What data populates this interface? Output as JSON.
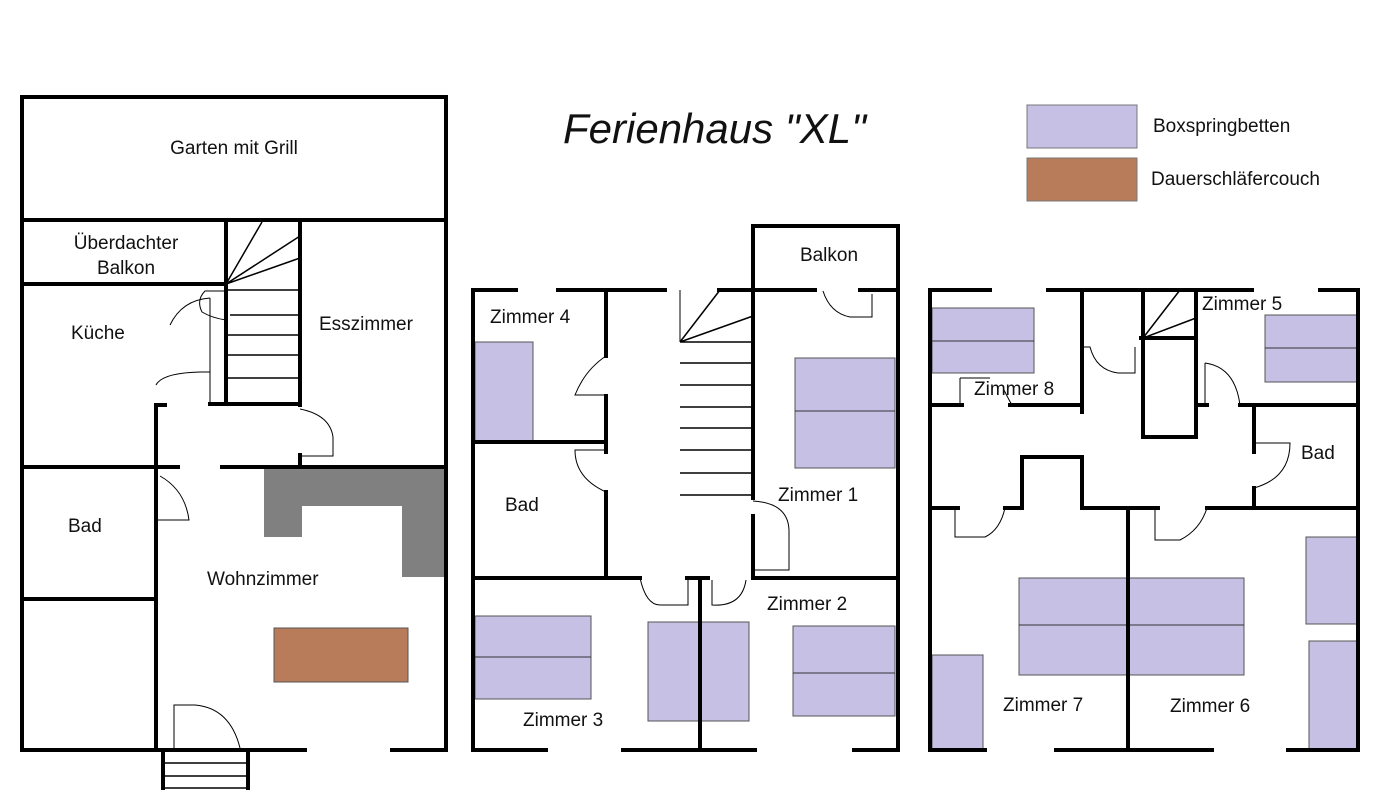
{
  "title": "Ferienhaus \"XL\"",
  "legend": [
    {
      "label": "Boxspringbetten",
      "color": "#c6c0e4"
    },
    {
      "label": "Dauerschläfercouch",
      "color": "#b87c5b"
    }
  ],
  "colors": {
    "chimney": "#808080",
    "wall": "#000000"
  },
  "floors": {
    "ground": {
      "rooms": {
        "garden": "Garten mit Grill",
        "balcony_line1": "Überdachter",
        "balcony_line2": "Balkon",
        "kitchen": "Küche",
        "dining": "Esszimmer",
        "bath": "Bad",
        "living": "Wohnzimmer"
      }
    },
    "first": {
      "rooms": {
        "balcony": "Balkon",
        "room4": "Zimmer 4",
        "bath": "Bad",
        "room1": "Zimmer 1",
        "room2": "Zimmer 2",
        "room3": "Zimmer 3"
      }
    },
    "second": {
      "rooms": {
        "room5": "Zimmer 5",
        "room8": "Zimmer 8",
        "bath": "Bad",
        "room7": "Zimmer 7",
        "room6": "Zimmer 6"
      }
    }
  }
}
